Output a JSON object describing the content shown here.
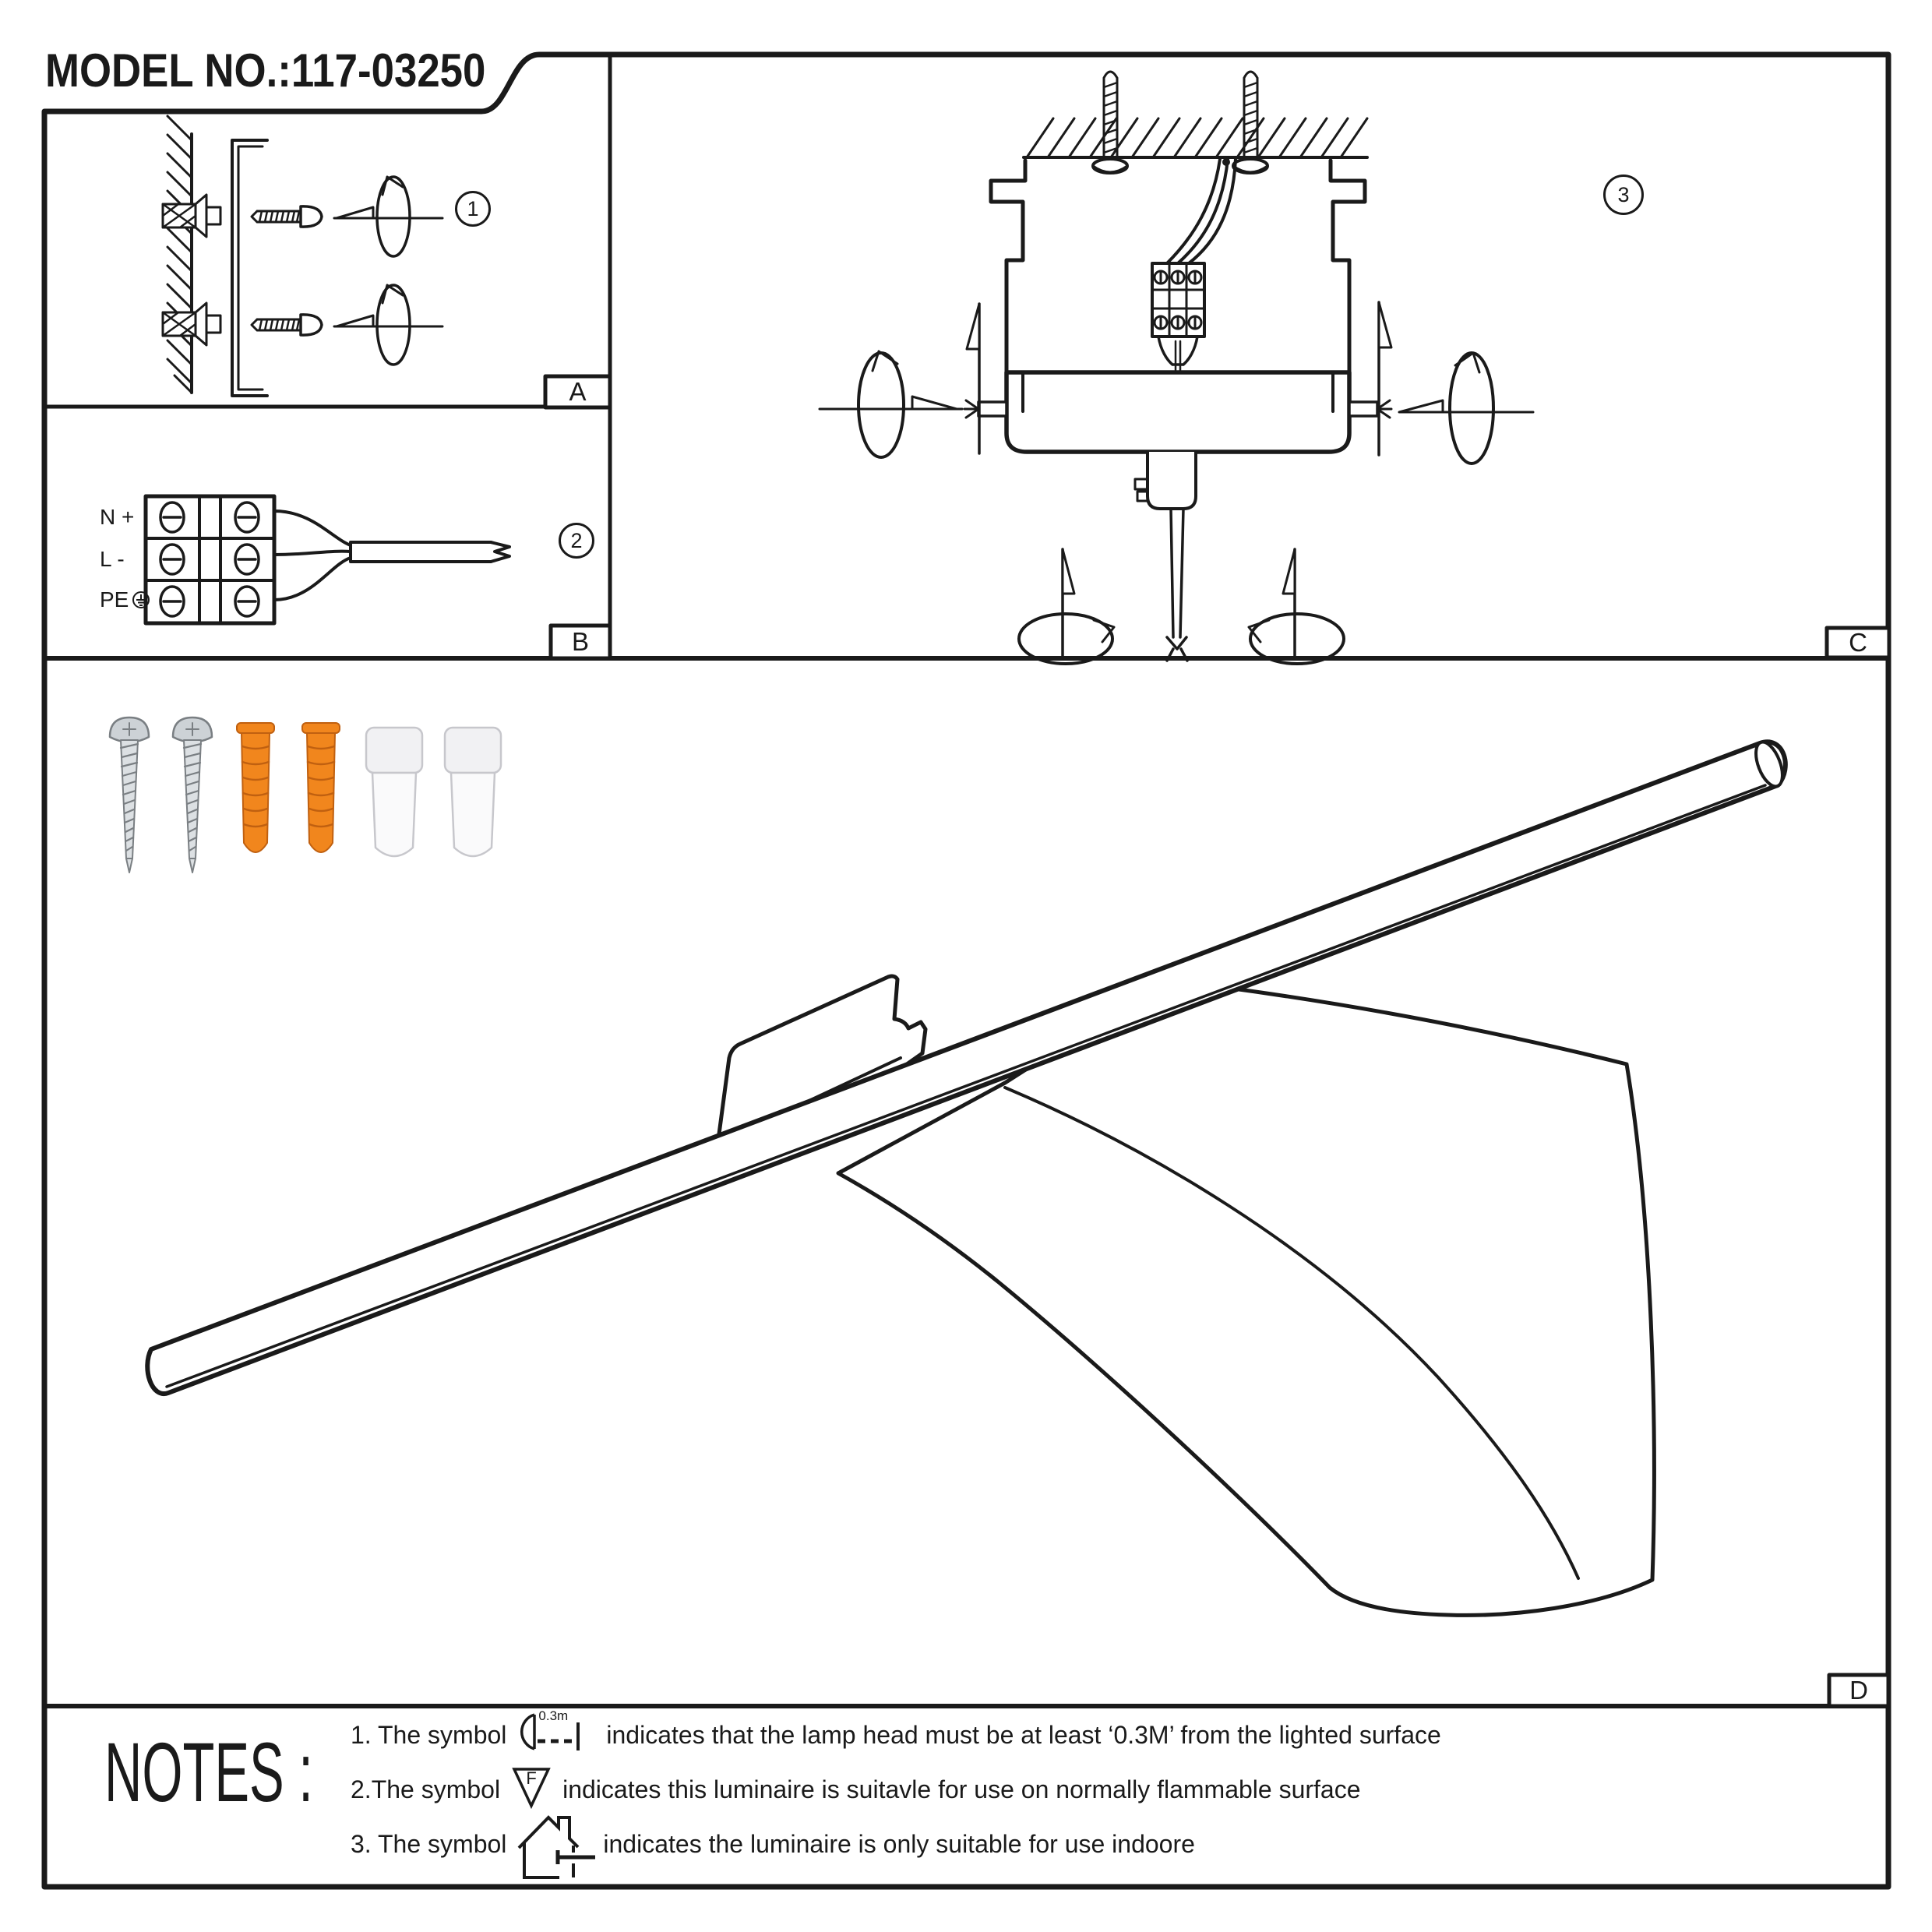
{
  "title": "MODEL NO.:117-03250",
  "panel_labels": {
    "a": "A",
    "b": "B",
    "c": "C",
    "d": "D"
  },
  "step_markers": {
    "step1": "1",
    "step2": "2",
    "step3": "3"
  },
  "terminal_labels": {
    "neutral": "N +",
    "live": "L -",
    "earth": "PE"
  },
  "hardware": {
    "screw_color": "#CDD2D6",
    "plug_color": "#F1861D",
    "cap_color": "#F1F1F3",
    "line_color": "#1A1A1A",
    "screws": 2,
    "wall_plugs": 2,
    "wire_caps": 2
  },
  "notes": {
    "heading": "NOTES :",
    "item1_prefix": "1. The symbol",
    "item1_suffix": "indicates that the lamp head must be at least ‘0.3M’ from the lighted surface",
    "item2_prefix": "2.The symbol",
    "item2_suffix": "indicates this luminaire is suitavle for use on normally flammable surface",
    "item3_prefix": "3. The symbol",
    "item3_suffix": "indicates the luminaire is only suitable for use indoore",
    "distance_label": "0.3m",
    "flammable_letter": "F"
  }
}
